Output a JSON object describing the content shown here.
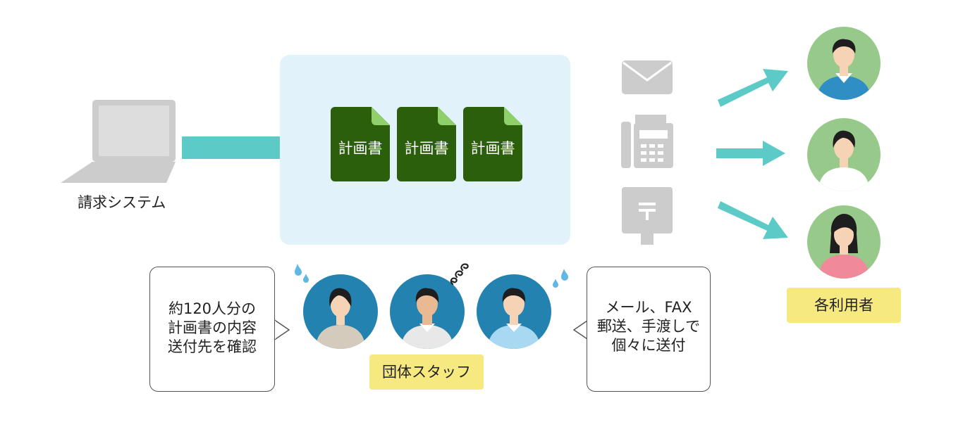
{
  "source_label": "請求システム",
  "documents": [
    {
      "label": "計画書"
    },
    {
      "label": "計画書"
    },
    {
      "label": "計画書"
    }
  ],
  "staff_bubble_left": {
    "lines": [
      "約120人分の",
      "計画書の内容",
      "送付先を確認"
    ]
  },
  "staff_bubble_right": {
    "lines": [
      "メール、FAX",
      "郵送、手渡しで",
      "個々に送付"
    ]
  },
  "staff_label": "団体スタッフ",
  "users_label": "各利用者",
  "colors": {
    "arrow": "#5ccbc7",
    "doc": "#2b5f0c",
    "doc_fold": "#8fd06a",
    "center_bg": "#e2f2fa",
    "staff_circle": "#2482b0",
    "user_circle": "#96c98a",
    "tag": "#f5e97f",
    "icon_gray": "#cccccc"
  },
  "icons": [
    "laptop-icon",
    "mail-icon",
    "fax-icon",
    "mailbox-icon",
    "person-icon",
    "sweat-drop-icon",
    "confused-swirl-icon"
  ]
}
